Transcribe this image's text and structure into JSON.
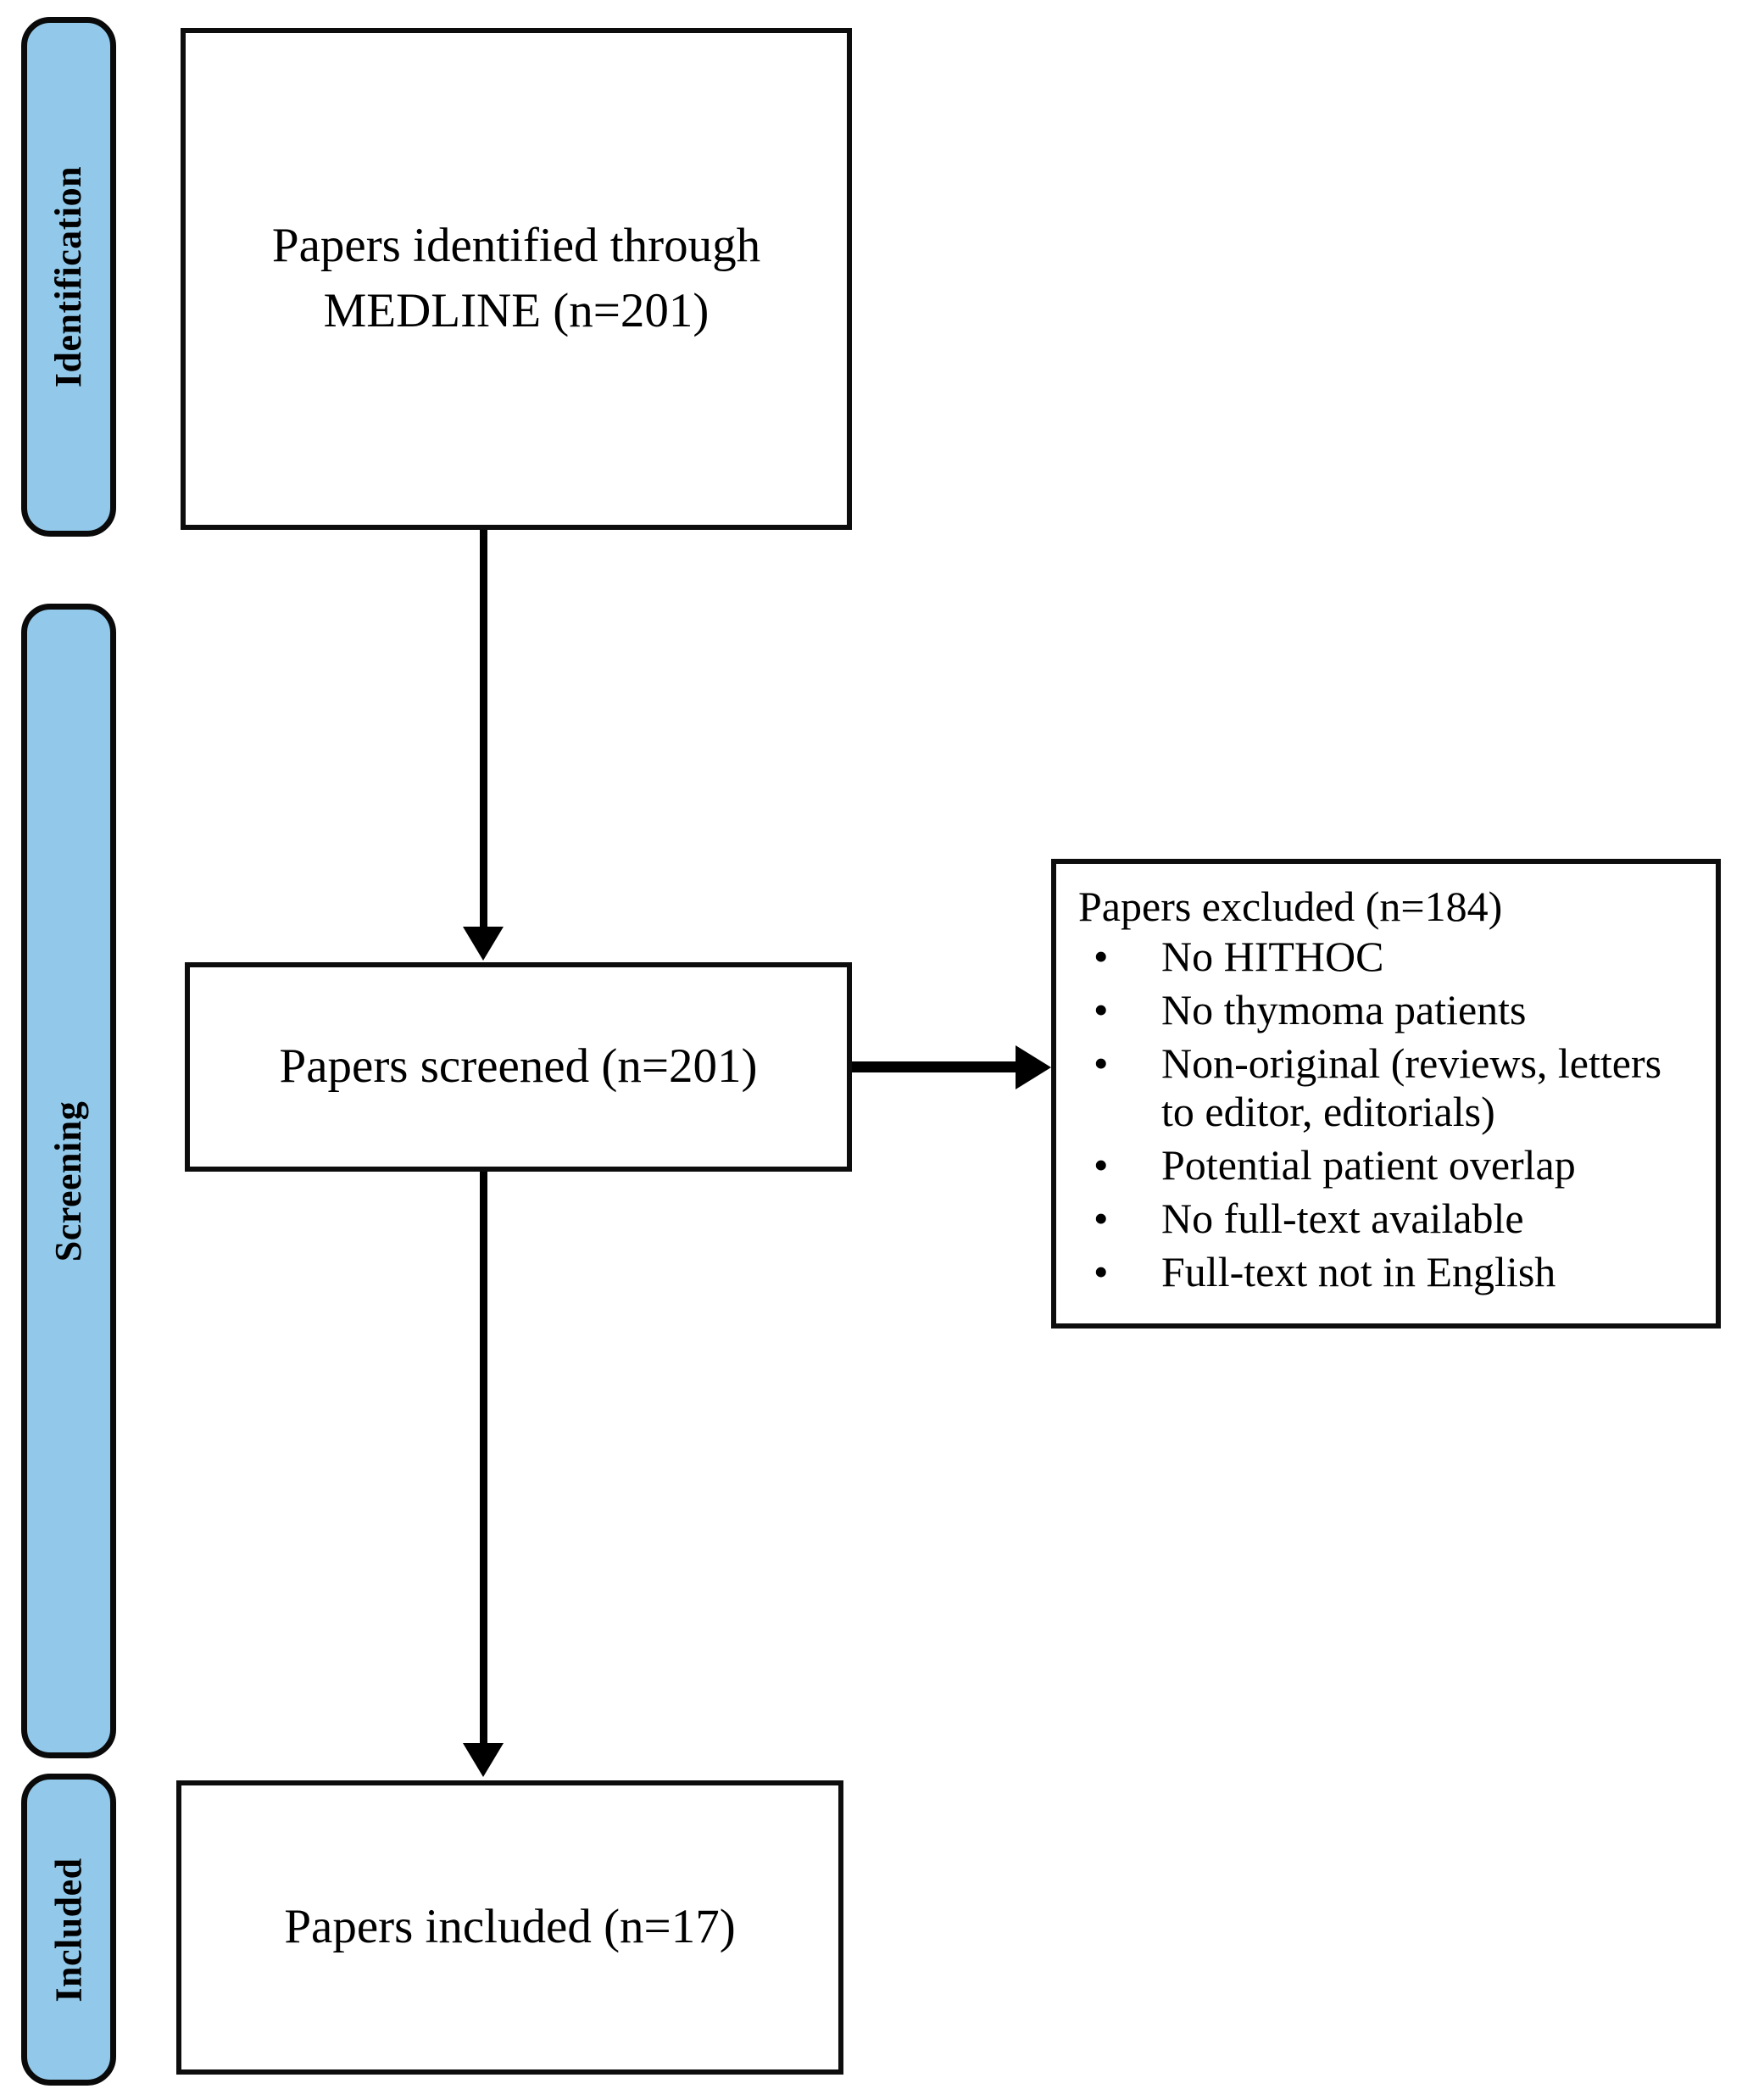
{
  "diagram": {
    "title": "PRISMA flow diagram",
    "accent_color": "#92C9EA",
    "border_color": "#0d0d0d",
    "text_color": "#000000"
  },
  "stages": [
    {
      "id": "identification",
      "label": "Identification"
    },
    {
      "id": "screening",
      "label": "Screening"
    },
    {
      "id": "included",
      "label": "Included"
    }
  ],
  "boxes": {
    "identified": {
      "text": "Papers identified through\nMEDLINE (n=201)",
      "count": 201,
      "source": "MEDLINE"
    },
    "screened": {
      "text": "Papers screened (n=201)",
      "count": 201
    },
    "included": {
      "text": "Papers included (n=17)",
      "count": 17
    },
    "excluded": {
      "heading": "Papers excluded (n=184)",
      "count": 184,
      "bullet_glyph": "•",
      "reasons": [
        "No HITHOC",
        "No thymoma patients",
        "Non-original (reviews, letters to editor, editorials)",
        "Potential patient overlap",
        "No full-text available",
        "Full-text not in English"
      ]
    }
  },
  "arrows": [
    {
      "id": "identified-to-screened",
      "direction": "down"
    },
    {
      "id": "screened-to-excluded",
      "direction": "right"
    },
    {
      "id": "screened-to-included",
      "direction": "down"
    }
  ]
}
